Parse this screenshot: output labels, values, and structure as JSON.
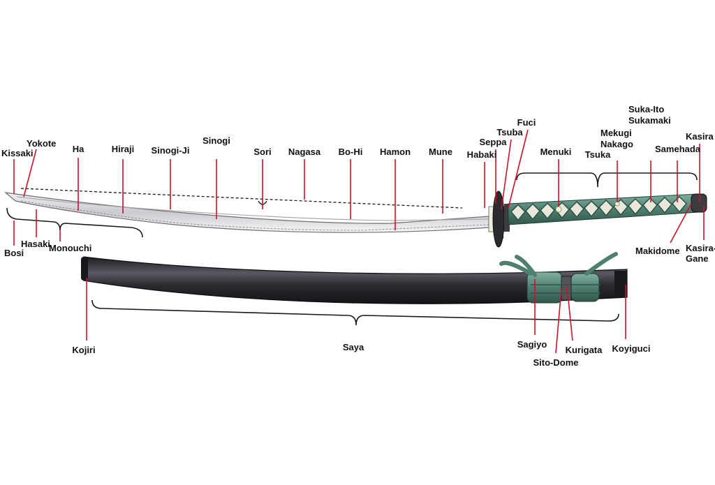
{
  "labels": {
    "kissaki": "Kissaki",
    "yokote": "Yokote",
    "ha": "Ha",
    "hiraji": "Hiraji",
    "sinogi_ji": "Sinogi-Ji",
    "sinogi": "Sinogi",
    "sori": "Sori",
    "nagasa": "Nagasa",
    "bo_hi": "Bo-Hi",
    "hamon": "Hamon",
    "mune": "Mune",
    "habaki": "Habaki",
    "seppa": "Seppa",
    "tsuba": "Tsuba",
    "fuci": "Fuci",
    "menuki": "Menuki",
    "tsuka": "Tsuka",
    "mekugi": "Mekugi",
    "nakago": "Nakago",
    "suka_ito": "Suka-Ito",
    "sukamaki": "Sukamaki",
    "samehada": "Samehada",
    "kasira": "Kasira",
    "bosi": "Bosi",
    "hasaki": "Hasaki",
    "monouchi": "Monouchi",
    "makidome": "Makidome",
    "kasira_gane": "Kasira-\nGane",
    "kojiri": "Kojiri",
    "saya": "Saya",
    "sagiyo": "Sagiyo",
    "kurigata": "Kurigata",
    "sito_dome": "Sito-Dome",
    "koyiguci": "Koyiguci"
  },
  "colors": {
    "leader": "#d0102a",
    "blade": "#d9dadc",
    "blade_edge": "#f4f4f4",
    "ito": "#5f8f80",
    "saya": "#2e2e34",
    "bracket": "#1a1a1a"
  }
}
